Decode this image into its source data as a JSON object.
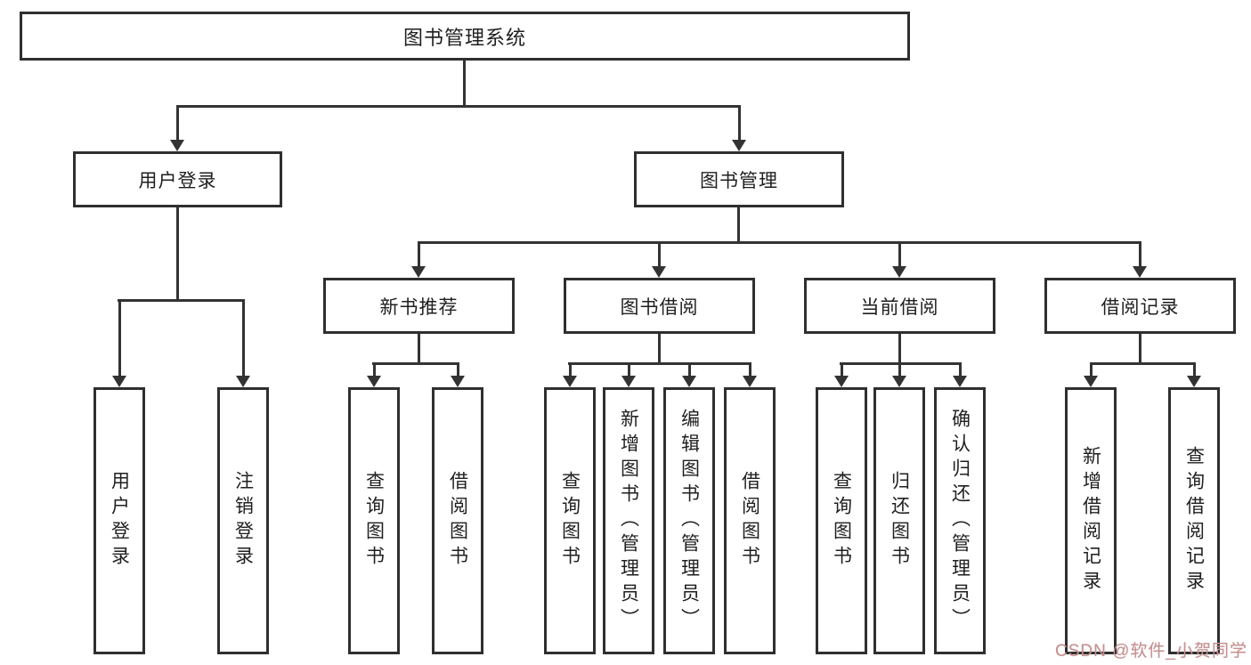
{
  "diagram": {
    "title": "图书管理系统",
    "level2": {
      "user_login": "用户登录",
      "book_management": "图书管理"
    },
    "level3": {
      "new_book_recommend": "新书推荐",
      "book_borrow": "图书借阅",
      "current_borrow": "当前借阅",
      "borrow_records": "借阅记录"
    },
    "leaves": {
      "user_login": [
        "用户登录",
        "注销登录"
      ],
      "new_book_recommend": [
        "查询图书",
        "借阅图书"
      ],
      "book_borrow": [
        "查询图书",
        "新增图书（管理员）",
        "编辑图书（管理员）",
        "借阅图书"
      ],
      "current_borrow": [
        "查询图书",
        "归还图书",
        "确认归还（管理员）"
      ],
      "borrow_records": [
        "新增借阅记录",
        "查询借阅记录"
      ]
    }
  },
  "watermark": {
    "text": "CSDN @软件_小贺同学",
    "color": "#c98f8f"
  },
  "colors": {
    "line": "#333333",
    "box_border": "#2f2f2f",
    "background": "#ffffff",
    "text": "#1f1f1f"
  }
}
